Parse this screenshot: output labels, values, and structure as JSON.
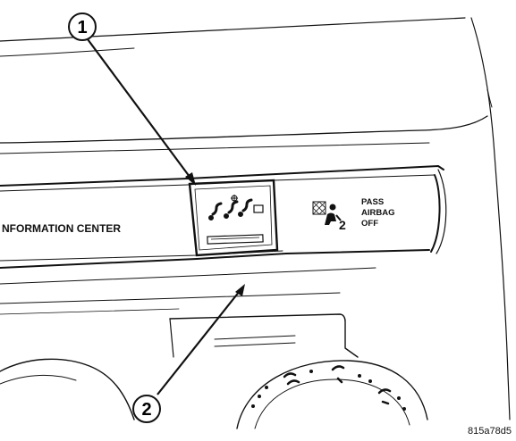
{
  "panel": {
    "info_center_label": "NFORMATION CENTER",
    "pass_airbag": {
      "line1": "PASS",
      "line2": "AIRBAG",
      "line3": "OFF",
      "seat_number": "2"
    }
  },
  "callouts": [
    {
      "number": "1"
    },
    {
      "number": "2"
    }
  ],
  "reference_code": "815a78d5"
}
